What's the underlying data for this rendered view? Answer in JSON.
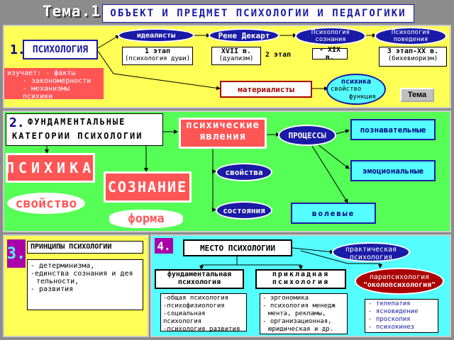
{
  "header": {
    "title": "Тема.1",
    "subtitle": "ОБЪЕКТ И ПРЕДМЕТ ПСИХОЛОГИИ И ПЕДАГОГИКИ"
  },
  "section1": {
    "number": "1.",
    "psychology": "ПСИХОЛОГИЯ",
    "studies_label": "изучает:",
    "studies_items": [
      "- факты",
      "- закономерности",
      "- механизмы психики"
    ],
    "idealists": "идеалисты",
    "descartes": "Рене Декарт",
    "consciousness_psych": "Психология сознания",
    "behavior_psych": "Психология поведения",
    "stage1": "1 этап",
    "stage1_desc": "(психология души)",
    "century17": "XVII в.",
    "dualism": "(дуализм)",
    "stage2": "2 этап",
    "century19": "- XIX в.",
    "stage3": "3 этап-",
    "century20": "XX в.",
    "behaviorism": "(бихевиоризм)",
    "materialists": "материалисты",
    "psyche": "психика",
    "property": "свойство",
    "function": "функция",
    "theme_button": "Тема"
  },
  "section2": {
    "number": "2.",
    "categories_line1": "ФУНДАМЕНТАЛЬНЫЕ",
    "categories_line2": "КАТЕГОРИИ ПСИХОЛОГИИ",
    "psyche": "ПСИХИКА",
    "property": "свойство",
    "consciousness": "СОЗНАНИЕ",
    "form": "форма",
    "phenomena_line1": "психические",
    "phenomena_line2": "явления",
    "processes": "ПРОЦЕССЫ",
    "properties": "свойства",
    "states": "состояния",
    "cognitive": "познавательные",
    "emotional": "эмоциональные",
    "volitional": "волевые"
  },
  "section3": {
    "number": "3.",
    "title": "ПРИНЦИПЫ ПСИХОЛОГИИ",
    "items": [
      "- детерминизма,",
      "-единства сознания и дея",
      "тельности,",
      "- развития"
    ]
  },
  "section4": {
    "number": "4.",
    "title": "МЕСТО ПСИХОЛОГИИ",
    "practical_line1": "практическая",
    "practical_line2": "психология",
    "parapsych_line1": "парапсихология",
    "parapsych_line2": "\"околопсихология\"",
    "fundamental_line1": "фундаментальная",
    "fundamental_line2": "психология",
    "applied_line1": "прикладная",
    "applied_line2": "психология",
    "fundamental_items": [
      "-общая психология",
      "-психофизиология",
      "-социальная психология",
      "-психология развития"
    ],
    "applied_items": [
      "- эргономика",
      "- психология менедж",
      "мента, рекламы,",
      "- организационная,",
      "юридическая и др."
    ],
    "para_items": [
      "- телепатия",
      "- ясновидение",
      "- проскопия",
      "- психокинез"
    ]
  },
  "colors": {
    "yellow": "#ffff55",
    "green": "#55ff55",
    "cyan": "#55ffff",
    "blue": "#1a1aa6",
    "red": "#ff5555",
    "darkred": "#aa0000",
    "magenta": "#aa00aa"
  }
}
